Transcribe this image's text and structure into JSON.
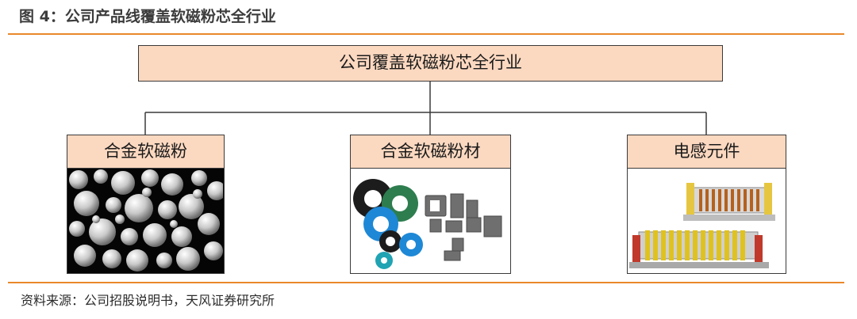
{
  "figure": {
    "title": "图 4：公司产品线覆盖软磁粉芯全行业",
    "source": "资料来源：公司招股说明书，天风证券研究所"
  },
  "diagram": {
    "root": {
      "label": "公司覆盖软磁粉芯全行业"
    },
    "categories": [
      {
        "label": "合金软磁粉",
        "image": "metal-powder-spheres-photo"
      },
      {
        "label": "合金软磁粉材",
        "image": "powder-cores-rings-photo"
      },
      {
        "label": "电感元件",
        "image": "inductor-components-photo"
      }
    ]
  },
  "colors": {
    "accent_rule": "#e8882a",
    "box_fill": "#fbd8c0",
    "box_border": "#3a3a3a",
    "connector": "#3a3a3a"
  }
}
